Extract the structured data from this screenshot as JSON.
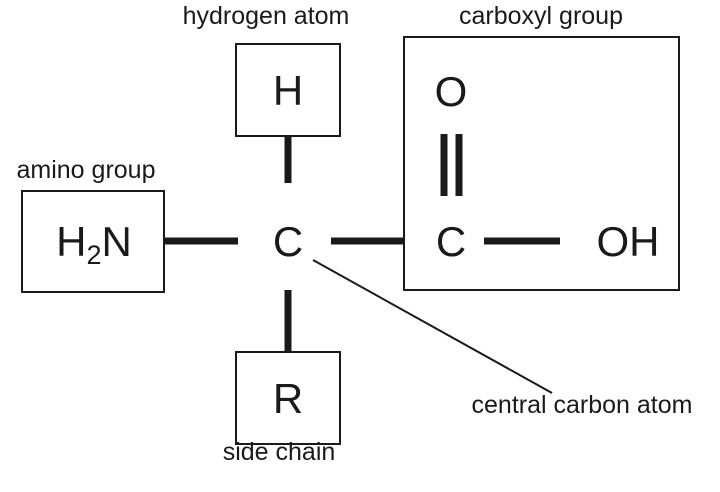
{
  "labels": {
    "hydrogen": "hydrogen atom",
    "carboxyl": "carboxyl group",
    "amino": "amino group",
    "side_chain": "side chain",
    "central_carbon": "central carbon atom"
  },
  "atoms": {
    "hydrogen": "H",
    "amino_main": "H",
    "amino_sub": "2",
    "amino_tail": "N",
    "central": "C",
    "side_chain": "R",
    "carboxyl_oxygen": "O",
    "carboxyl_carbon": "C",
    "hydroxyl": "OH"
  }
}
